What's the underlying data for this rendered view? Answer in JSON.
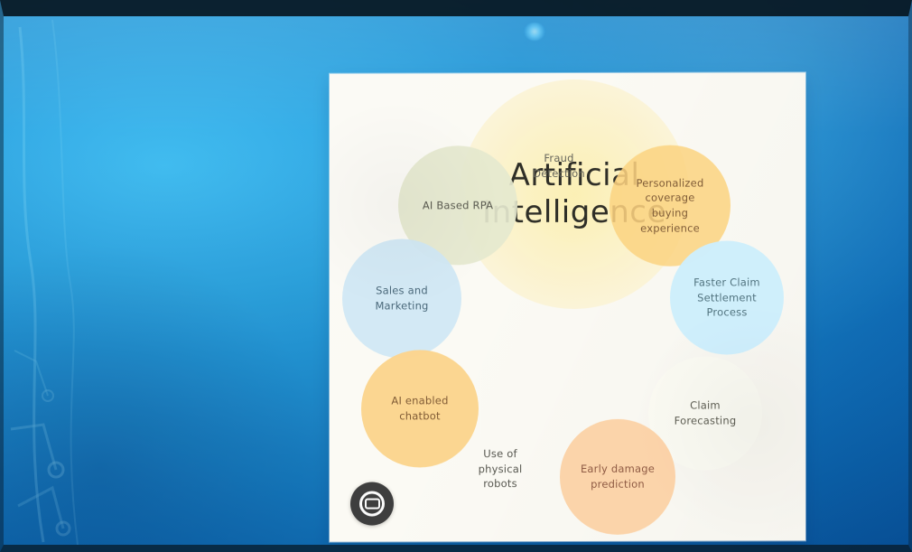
{
  "slide": {
    "center_title": "Artificial\nIntelligence",
    "items": {
      "ai_rpa": "AI Based RPA",
      "fraud_detection": "Fraud Detection",
      "personalized_coverage": "Personalized coverage buying experience",
      "sales_marketing": "Sales and Marketing",
      "faster_claim": "Faster Claim Settlement Process",
      "ai_chatbot": "AI enabled chatbot",
      "claims_forecasting": "Claim Forecasting",
      "physical_robots": "Use of physical robots",
      "early_damage": "Early damage prediction"
    }
  }
}
